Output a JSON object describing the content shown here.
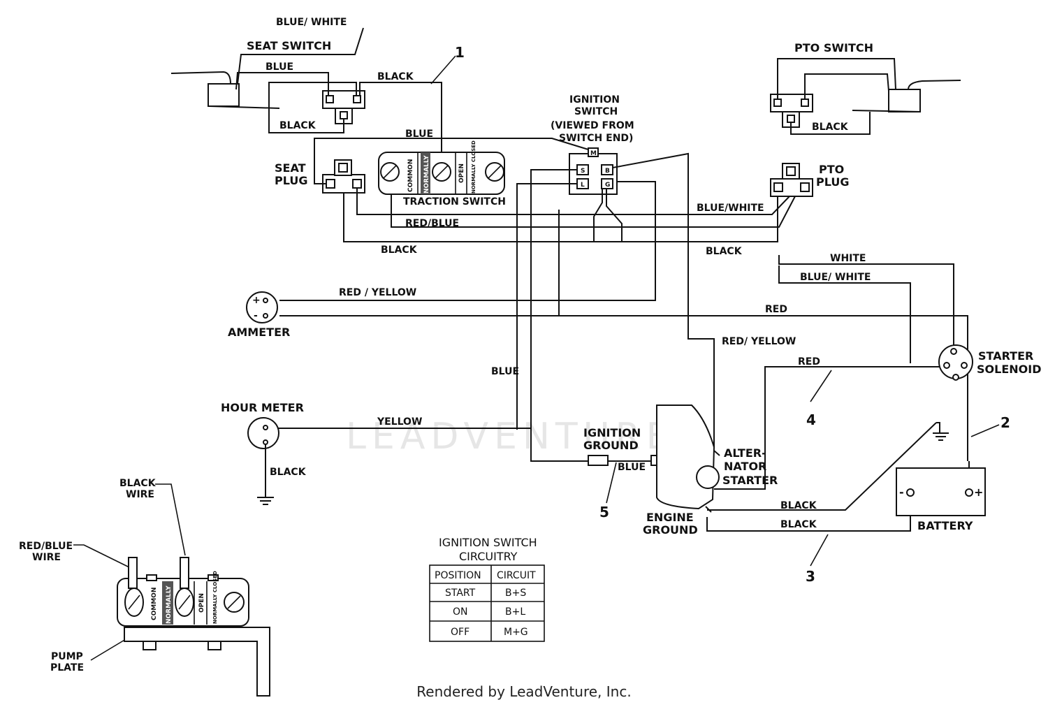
{
  "labels": {
    "blue_white_top": "BLUE/ WHITE",
    "seat_switch": "SEAT    SWITCH",
    "blue_seat": "BLUE",
    "black_seat_top": "BLACK",
    "black_seat_bottom": "BLACK",
    "callout_1": "1",
    "pto_switch": "PTO  SWITCH",
    "black_pto": "BLACK",
    "ignition_switch_1": "IGNITION",
    "ignition_switch_2": "SWITCH",
    "ignition_switch_3": "(VIEWED FROM",
    "ignition_switch_4": "SWITCH END)",
    "blue_top": "BLUE",
    "seat_plug_1": "SEAT",
    "seat_plug_2": "PLUG",
    "pto_plug_1": "PTO",
    "pto_plug_2": "PLUG",
    "traction_switch": "TRACTION SWITCH",
    "traction_common": "COMMON",
    "traction_normally": "NORMALLY",
    "traction_open": "OPEN",
    "traction_normally_closed": "NORMALLY CLOSED",
    "blue_white_mid": "BLUE/WHITE",
    "red_blue": "RED/BLUE",
    "black_mid_left": "BLACK",
    "black_mid_right": "BLACK",
    "white": "WHITE",
    "blue_white_low": "BLUE/ WHITE",
    "red_yellow_left": "RED / YELLOW",
    "red_right": "RED",
    "ammeter": "AMMETER",
    "red_yellow_right": "RED/ YELLOW",
    "starter_solenoid_1": "STARTER",
    "starter_solenoid_2": "SOLENOID",
    "red_mid": "RED",
    "blue_vertical": "BLUE",
    "callout_4": "4",
    "callout_2": "2",
    "hour_meter": "HOUR METER",
    "yellow": "YELLOW",
    "ignition_ground_1": "IGNITION",
    "ignition_ground_2": "GROUND",
    "alternator_1": "ALTER-",
    "alternator_2": "NATOR",
    "starter": "STARTER",
    "black_hour": "BLACK",
    "blue_ground": "BLUE",
    "callout_5": "5",
    "engine_ground_1": "ENGINE",
    "engine_ground_2": "GROUND",
    "black_engine_1": "BLACK",
    "black_engine_2": "BLACK",
    "battery": "BATTERY",
    "callout_3": "3",
    "black_wire_1": "BLACK",
    "black_wire_2": "WIRE",
    "red_blue_wire_1": "RED/BLUE",
    "red_blue_wire_2": "WIRE",
    "pump_plate_1": "PUMP",
    "pump_plate_2": "PLATE",
    "terminal_m": "M",
    "terminal_s": "S",
    "terminal_b": "B",
    "terminal_l": "L",
    "terminal_g": "G",
    "plus_sign": "+",
    "minus_sign": "-"
  },
  "circuitry_table": {
    "title_1": "IGNITION SWITCH",
    "title_2": "CIRCUITRY",
    "headers": [
      "POSITION",
      "CIRCUIT"
    ],
    "rows": [
      [
        "START",
        "B+S"
      ],
      [
        "ON",
        "B+L"
      ],
      [
        "OFF",
        "M+G"
      ]
    ]
  },
  "watermark": "LEADVENTURE",
  "footer": "Rendered by LeadVenture, Inc."
}
